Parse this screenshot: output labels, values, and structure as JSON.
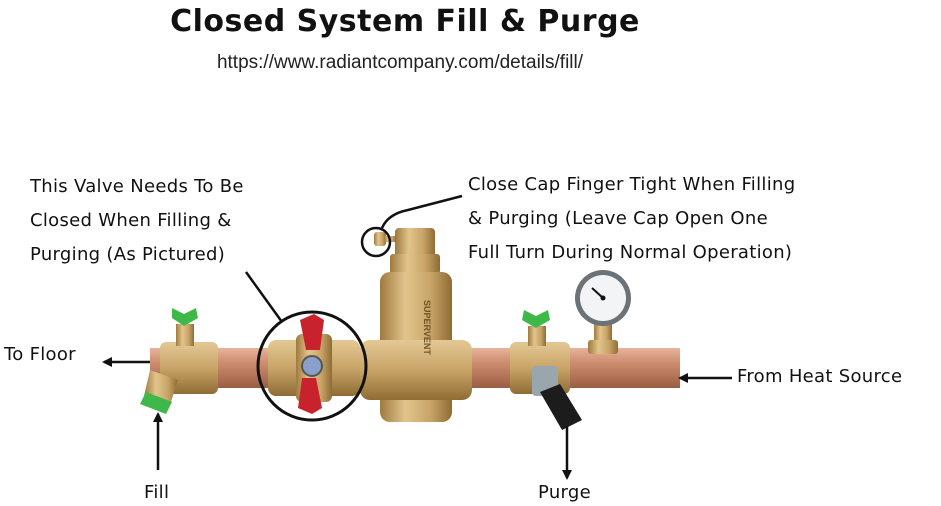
{
  "title": "Closed System Fill & Purge",
  "url": "https://www.radiantcompany.com/details/fill/",
  "callouts": {
    "valve_note": [
      "This Valve Needs To Be",
      "Closed When Filling &",
      "Purging (As Pictured)"
    ],
    "cap_note": [
      "Close Cap Finger Tight When Filling",
      "& Purging (Leave Cap Open One",
      "Full Turn During Normal Operation)"
    ]
  },
  "labels": {
    "to_floor": "To Floor",
    "from_heat_source": "From Heat Source",
    "fill": "Fill",
    "purge": "Purge"
  },
  "separator_product_label": "SUPERVENT",
  "colors": {
    "copper": "#c9876a",
    "brass": "#c8a468",
    "handle_green": "#3fb84a",
    "handle_red": "#c8232c",
    "callout_line": "#111111"
  }
}
